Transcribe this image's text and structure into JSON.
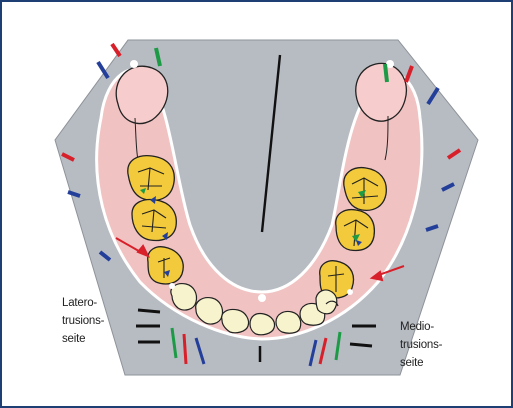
{
  "labels": {
    "left": [
      "Latero-",
      "trusions-",
      "seite"
    ],
    "right": [
      "Medio-",
      "trusions-",
      "seite"
    ]
  },
  "colors": {
    "frame": "#1e3f73",
    "plate": "#b7bcc3",
    "gingiva": "#f0c2c2",
    "tooth": "#f7f3cd",
    "molar": "#f2ca3c",
    "red_marks": "#d8202b",
    "green_marks": "#1d9a46",
    "blue_marks": "#243f9a",
    "black_marks": "#111111"
  }
}
